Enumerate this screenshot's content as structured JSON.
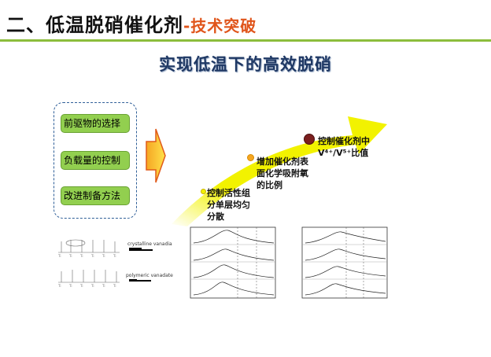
{
  "header": {
    "title_main": "二、低温脱硝催化剂",
    "title_accent": "-技术突破",
    "accent_color": "#e0551b",
    "rule_color": "#8cbd3c"
  },
  "subtitle": "实现低温下的高效脱硝",
  "methods": [
    "前驱物的选择",
    "负载量的控制",
    "改进制备方法"
  ],
  "steps": [
    {
      "lines": [
        "控制活性组",
        "分单层均匀",
        "分散"
      ]
    },
    {
      "lines": [
        "增加催化剂表",
        "面化学吸附氧",
        "的比例"
      ]
    },
    {
      "lines": [
        "控制催化剂中",
        "V⁴⁺/V⁵⁺比值"
      ]
    }
  ],
  "scheme": {
    "crystalline_label": "crystalline vanadia",
    "polymeric_label": "polymeric vanadate"
  },
  "colors": {
    "method_fill": "#92cf4f",
    "arrow_yellow": "#f2f200",
    "arrow_orange": "#f5a623",
    "dot_dark": "#7b1f1f"
  }
}
